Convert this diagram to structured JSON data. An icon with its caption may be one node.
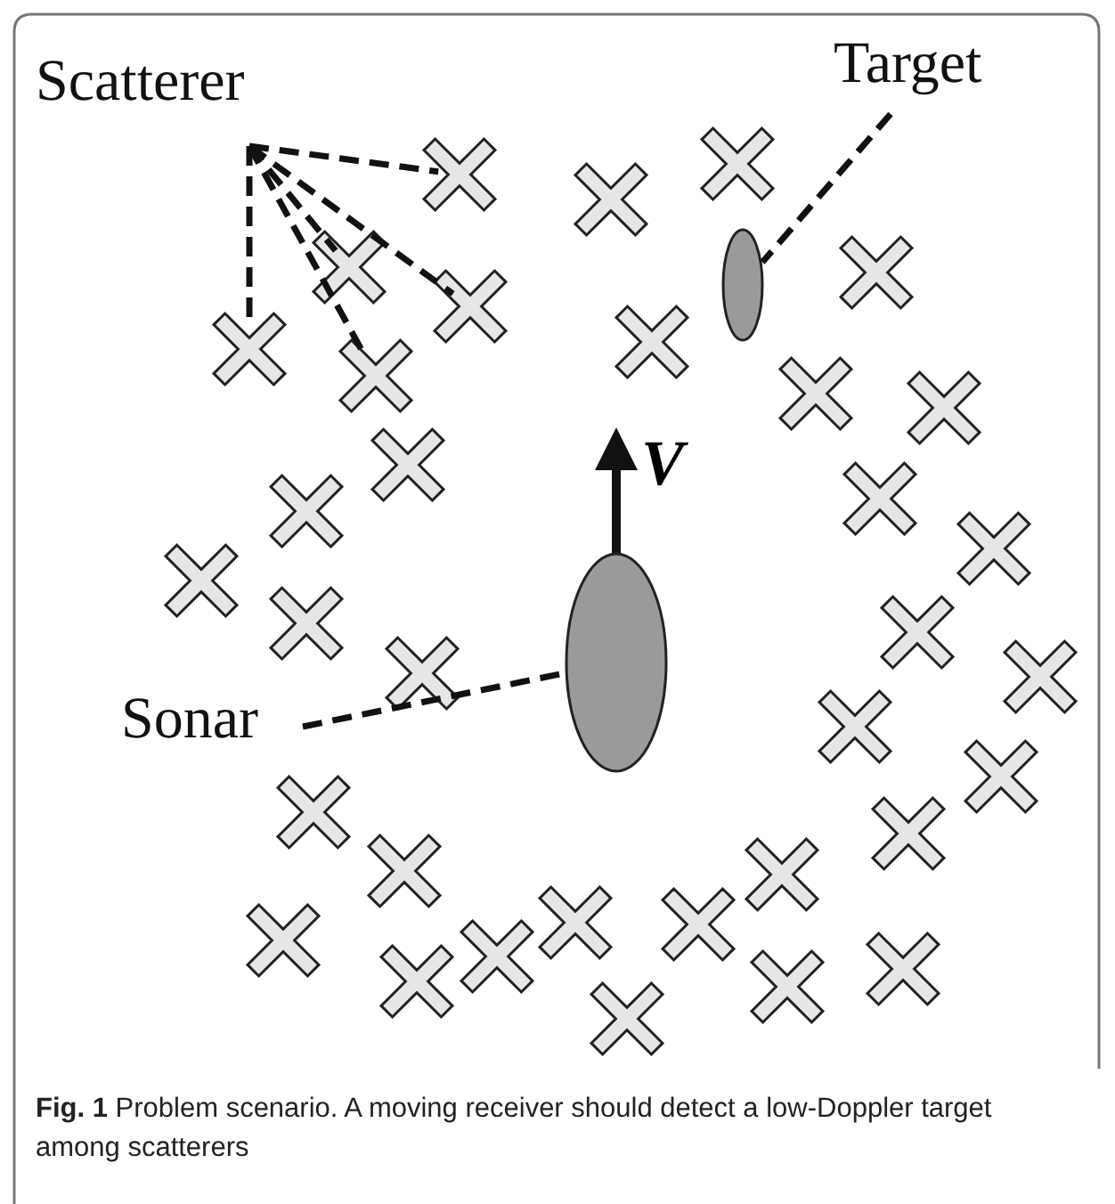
{
  "diagram": {
    "caption": "**Fig. 1** Problem scenario. A moving receiver should detect a low-Doppler target among scatterers",
    "nodes": [
      {
        "text": [
          "Scatterer"
        ]
      },
      {
        "text": [],
        "shape": "cross"
      },
      {
        "text": [],
        "shape": "cross"
      },
      {
        "text": [],
        "shape": "cross"
      },
      {
        "text": [],
        "shape": "cross"
      },
      {
        "text": [],
        "shape": "cross"
      },
      {
        "text": [
          "Target"
        ]
      },
      {
        "text": [],
        "shape": "ellipse"
      },
      {
        "text": [
          "Sonar"
        ]
      },
      {
        "text": [],
        "shape": "ellipse"
      },
      {
        "text": [],
        "shape": "cross"
      },
      {
        "text": [],
        "shape": "cross"
      },
      {
        "text": [],
        "shape": "cross"
      },
      {
        "text": [],
        "shape": "cross"
      },
      {
        "text": [],
        "shape": "cross"
      },
      {
        "text": [],
        "shape": "cross"
      },
      {
        "text": [],
        "shape": "cross"
      },
      {
        "text": [],
        "shape": "cross"
      },
      {
        "text": [],
        "shape": "cross"
      },
      {
        "text": [],
        "shape": "cross"
      },
      {
        "text": [],
        "shape": "cross"
      },
      {
        "text": [],
        "shape": "cross"
      },
      {
        "text": [],
        "shape": "cross"
      },
      {
        "text": [],
        "shape": "cross"
      },
      {
        "text": [],
        "shape": "cross"
      },
      {
        "text": [],
        "shape": "cross"
      },
      {
        "text": [],
        "shape": "cross"
      },
      {
        "text": [],
        "shape": "cross"
      },
      {
        "text": [],
        "shape": "cross"
      },
      {
        "text": [],
        "shape": "cross"
      },
      {
        "text": [],
        "shape": "cross"
      },
      {
        "text": [],
        "shape": "cross"
      },
      {
        "text": [],
        "shape": "cross"
      },
      {
        "text": [],
        "shape": "cross"
      },
      {
        "text": [],
        "shape": "cross"
      },
      {
        "text": [],
        "shape": "cross"
      },
      {
        "text": [],
        "shape": "cross"
      },
      {
        "text": [],
        "shape": "cross"
      },
      {
        "text": [],
        "shape": "cross"
      }
    ],
    "edges": [
      {
        "from": 0,
        "to": 1,
        "arrow": "none",
        "style": "dashed"
      },
      {
        "from": 0,
        "to": 2,
        "arrow": "none",
        "style": "dashed"
      },
      {
        "from": 0,
        "to": 3,
        "arrow": "none",
        "style": "dashed"
      },
      {
        "from": 0,
        "to": 4,
        "arrow": "none",
        "style": "dashed"
      },
      {
        "from": 0,
        "to": 5,
        "arrow": "none",
        "style": "dashed"
      },
      {
        "from": 6,
        "to": 7,
        "arrow": "none",
        "style": "dashed"
      },
      {
        "from": 8,
        "to": 9,
        "arrow": "none",
        "style": "dashed"
      }
    ],
    "labels": [
      "V"
    ]
  }
}
